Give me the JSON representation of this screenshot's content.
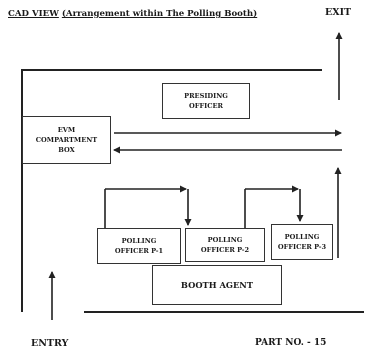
{
  "header": {
    "title_main": "CAD VIEW",
    "title_sub": "(Arrangement within The Polling Booth)"
  },
  "labels": {
    "exit": "EXIT",
    "entry": "ENTRY",
    "part_no": "PART NO. - 15"
  },
  "boxes": {
    "presiding_officer": "PRESIDING OFFICER",
    "evm_box": "EVM COMPARTMENT BOX",
    "polling_officer_1": "POLLING OFFICER P-1",
    "polling_officer_2": "POLLING OFFICER P-2",
    "polling_officer_3": "POLLING OFFICER P-3",
    "booth_agent": "BOOTH AGENT"
  }
}
